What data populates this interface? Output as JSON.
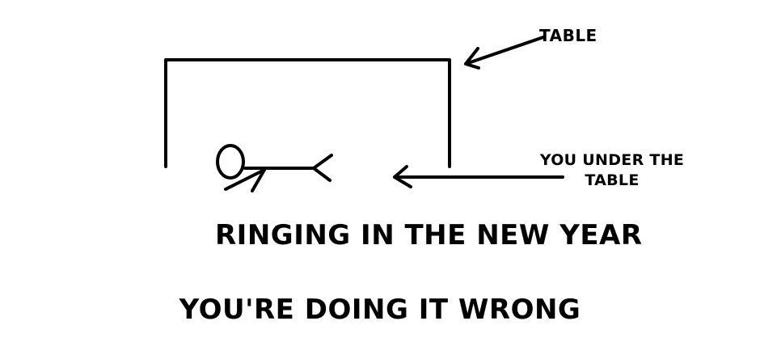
{
  "labels": {
    "table": "TABLE",
    "you_under_the_table": "YOU UNDER THE TABLE"
  },
  "captions": {
    "line1": "RINGING IN THE NEW YEAR",
    "line2": "YOU'RE DOING IT WRONG"
  },
  "colors": {
    "ink": "#000000",
    "background": "#ffffff"
  }
}
